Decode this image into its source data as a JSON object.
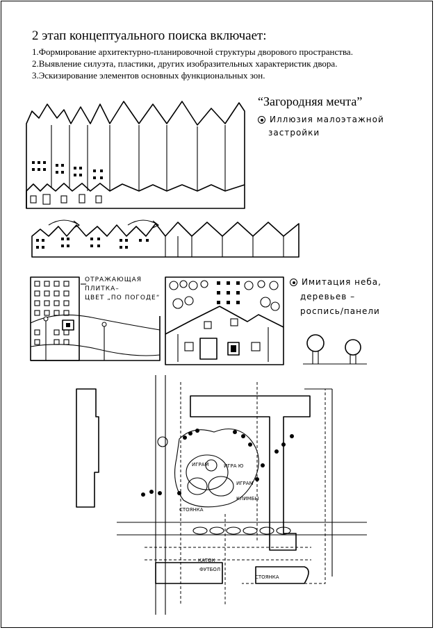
{
  "document": {
    "heading": "2 этап концептуального поиска включает:",
    "items": [
      "1.Формирование архитектурно-планировочной структуры  дворового пространства.",
      "2.Выявление силуэта, пластики, других изобразительных характеристик двора.",
      "3.Эскизирование элементов основных функциональных зон."
    ]
  },
  "concept": {
    "title": "“Загородняя мечта”",
    "illusion_line1": "Иллюзия малоэтажной",
    "illusion_line2": "застройки"
  },
  "facade_sketch": {
    "note_line1": "ОТРАЖАЮЩАЯ",
    "note_line2": "ПЛИТКА–",
    "note_line3": "ЦВЕТ „ПО ПОГОДЕ“"
  },
  "sky_note": {
    "line1": "Имитация   неба,",
    "line2": "деревьев –",
    "line3": "роспись/панели"
  },
  "plan_labels": {
    "games_1": "ИГРАМ",
    "games_2": "ИГРА Ю",
    "games_3": "ИГРАМ",
    "climb": "КЛИМБЫ",
    "parking_1": "СТОЯНКА",
    "rink": "КАТОК",
    "football": "ФУТБОЛ",
    "parking_2": "СТОЯНКА"
  }
}
